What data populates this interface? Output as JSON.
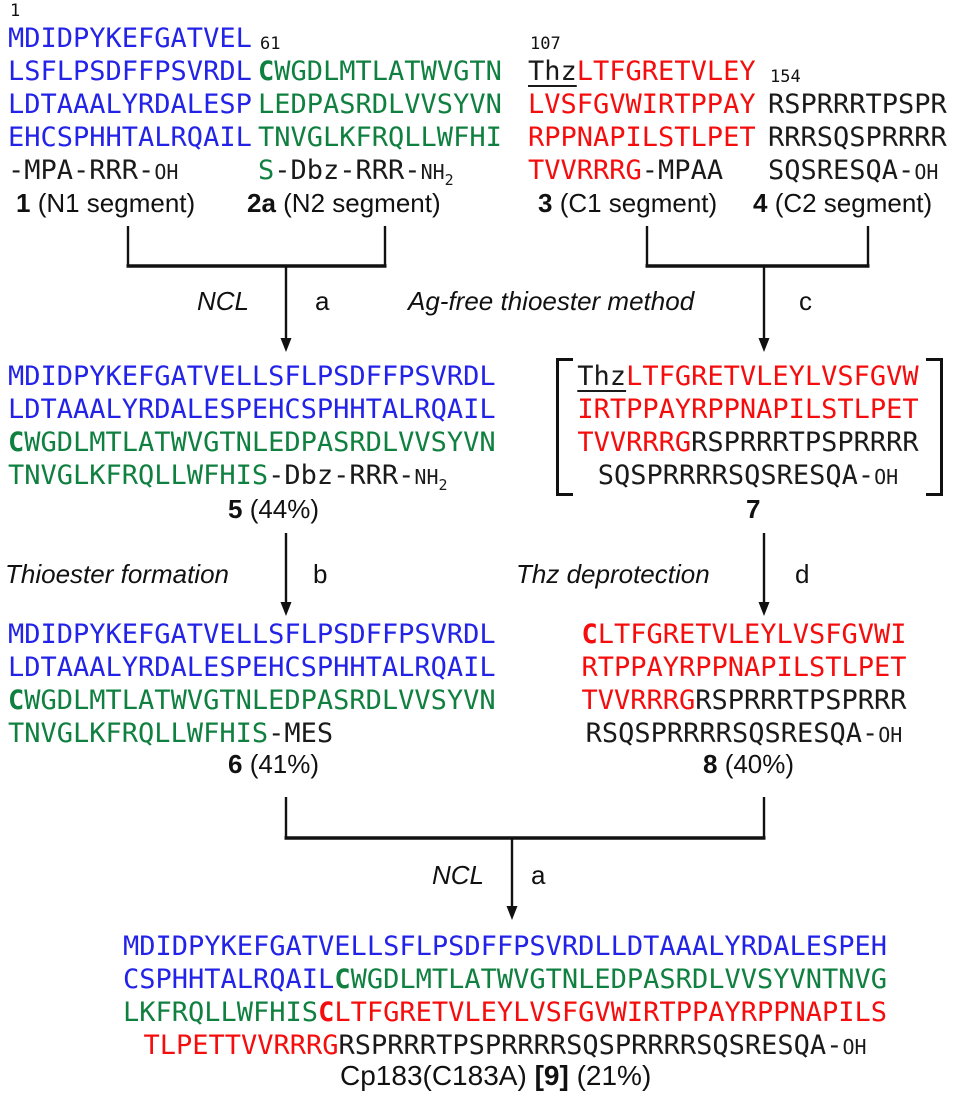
{
  "palette": {
    "blue": "#2323e8",
    "green": "#108040",
    "red": "#f50d0d",
    "black": "#1a1a1a"
  },
  "step_labels": {
    "ncl_top": "NCL",
    "a_top": "a",
    "ag_free": "Ag-free thioester method",
    "c": "c",
    "thioester_formation": "Thioester formation",
    "b": "b",
    "thz_deprotection": "Thz deprotection",
    "d": "d",
    "ncl_bottom": "NCL",
    "a_bottom": "a"
  },
  "blocks": {
    "seg1": {
      "number": "1",
      "lines": [
        [
          {
            "t": "MDIDPYKEFGATVEL",
            "c": "blue"
          }
        ],
        [
          {
            "t": "LSFLPSDFFPSVRDL",
            "c": "blue"
          }
        ],
        [
          {
            "t": "LDTAAALYRDALESP",
            "c": "blue"
          }
        ],
        [
          {
            "t": "EHCSPHHTALRQAIL",
            "c": "blue"
          }
        ],
        [
          {
            "t": "-MPA-RRR-",
            "c": "black"
          },
          {
            "t": "OH",
            "c": "black",
            "s": true
          }
        ]
      ],
      "label": [
        {
          "t": "1",
          "b": true
        },
        {
          "t": " (N1 segment)"
        }
      ]
    },
    "seg2a": {
      "number": "61",
      "lines": [
        [
          {
            "t": "C",
            "c": "green",
            "b": true
          },
          {
            "t": "WGDLMTLATWVGTN",
            "c": "green"
          }
        ],
        [
          {
            "t": "LEDPASRDLVVSYVN",
            "c": "green"
          }
        ],
        [
          {
            "t": "TNVGLKFRQLLWFHI",
            "c": "green"
          }
        ],
        [
          {
            "t": "S",
            "c": "green"
          },
          {
            "t": "-Dbz-RRR-",
            "c": "black"
          },
          {
            "t": "NH",
            "c": "black",
            "s": true
          },
          {
            "t": "2",
            "c": "black",
            "sub": true
          }
        ]
      ],
      "label": [
        {
          "t": "2a",
          "b": true
        },
        {
          "t": " (N2 segment)"
        }
      ]
    },
    "seg3": {
      "number": "107",
      "lines": [
        [
          {
            "t": "Thz",
            "c": "black",
            "u": true
          },
          {
            "t": "LTFGRETVLEY",
            "c": "red"
          }
        ],
        [
          {
            "t": "LVSFGVWIRTPPAY",
            "c": "red"
          }
        ],
        [
          {
            "t": "RPPNAPILSTLPET",
            "c": "red"
          }
        ],
        [
          {
            "t": "TVVRRRG",
            "c": "red"
          },
          {
            "t": "-MPAA",
            "c": "black"
          }
        ]
      ],
      "label": [
        {
          "t": "3",
          "b": true
        },
        {
          "t": " (C1 segment)"
        }
      ]
    },
    "seg4": {
      "number": "154",
      "lines": [
        [
          {
            "t": "RSPRRRTPSPR",
            "c": "black"
          }
        ],
        [
          {
            "t": "RRRSQSPRRRR",
            "c": "black"
          }
        ],
        [
          {
            "t": "SQSRESQA-",
            "c": "black"
          },
          {
            "t": "OH",
            "c": "black",
            "s": true
          }
        ]
      ],
      "label": [
        {
          "t": "4",
          "b": true
        },
        {
          "t": " (C2 segment)"
        }
      ]
    },
    "cmpd5": {
      "lines": [
        [
          {
            "t": "MDIDPYKEFGATVELLSFLPSDFFPSVRDL",
            "c": "blue"
          }
        ],
        [
          {
            "t": "LDTAAALYRDALESPEHCSPHHTALRQAIL",
            "c": "blue"
          }
        ],
        [
          {
            "t": "C",
            "c": "green",
            "b": true
          },
          {
            "t": "WGDLMTLATWVGTNLEDPASRDLVVSYVN",
            "c": "green"
          }
        ],
        [
          {
            "t": "TNVGLKFRQLLWFHIS",
            "c": "green"
          },
          {
            "t": "-Dbz-RRR-",
            "c": "black"
          },
          {
            "t": "NH",
            "c": "black",
            "s": true
          },
          {
            "t": "2",
            "c": "black",
            "sub": true
          }
        ]
      ],
      "label": [
        {
          "t": "5",
          "b": true
        },
        {
          "t": " (44%)"
        }
      ]
    },
    "cmpd7": {
      "lines": [
        [
          {
            "t": "Thz",
            "c": "black",
            "u": true
          },
          {
            "t": "LTFGRETVLEYLVSFGVW",
            "c": "red"
          }
        ],
        [
          {
            "t": "IRTPPAYRPPNAPILSTLPET",
            "c": "red"
          }
        ],
        [
          {
            "t": "TVVRRRG",
            "c": "red"
          },
          {
            "t": "RSPRRRTPSPRRRR",
            "c": "black"
          }
        ],
        [
          {
            "t": "SQSPRRRRSQSRESQA-",
            "c": "black"
          },
          {
            "t": "OH",
            "c": "black",
            "s": true
          }
        ]
      ],
      "label": [
        {
          "t": "7",
          "b": true
        }
      ]
    },
    "cmpd6": {
      "lines": [
        [
          {
            "t": "MDIDPYKEFGATVELLSFLPSDFFPSVRDL",
            "c": "blue"
          }
        ],
        [
          {
            "t": "LDTAAALYRDALESPEHCSPHHTALRQAIL",
            "c": "blue"
          }
        ],
        [
          {
            "t": "C",
            "c": "green",
            "b": true
          },
          {
            "t": "WGDLMTLATWVGTNLEDPASRDLVVSYVN",
            "c": "green"
          }
        ],
        [
          {
            "t": "TNVGLKFRQLLWFHIS",
            "c": "green"
          },
          {
            "t": "-MES",
            "c": "black"
          }
        ]
      ],
      "label": [
        {
          "t": "6",
          "b": true
        },
        {
          "t": " (41%)"
        }
      ]
    },
    "cmpd8": {
      "lines": [
        [
          {
            "t": "C",
            "c": "red",
            "b": true
          },
          {
            "t": "LTFGRETVLEYLVSFGVWI",
            "c": "red"
          }
        ],
        [
          {
            "t": "RTPPAYRPPNAPILSTLPET",
            "c": "red"
          }
        ],
        [
          {
            "t": "TVVRRRG",
            "c": "red"
          },
          {
            "t": "RSPRRRTPSPRRR",
            "c": "black"
          }
        ],
        [
          {
            "t": "RSQSPRRRRSQSRESQA-",
            "c": "black"
          },
          {
            "t": "OH",
            "c": "black",
            "s": true
          }
        ]
      ],
      "label": [
        {
          "t": "8",
          "b": true
        },
        {
          "t": " (40%)"
        }
      ]
    },
    "cmpd9": {
      "lines": [
        [
          {
            "t": "MDIDPYKEFGATVELLSFLPSDFFPSVRDLLDTAAALYRDALESPEH",
            "c": "blue"
          }
        ],
        [
          {
            "t": "CSPHHTALRQAIL",
            "c": "blue"
          },
          {
            "t": "C",
            "c": "green",
            "b": true
          },
          {
            "t": "WGDLMTLATWVGTNLEDPASRDLVVSYVNTNVG",
            "c": "green"
          }
        ],
        [
          {
            "t": "LKFRQLLWFHIS",
            "c": "green"
          },
          {
            "t": "C",
            "c": "red",
            "b": true
          },
          {
            "t": "LTFGRETVLEYLVSFGVWIRTPPAYRPPNAPILS",
            "c": "red"
          }
        ],
        [
          {
            "t": "TLPETTVVRRRG",
            "c": "red"
          },
          {
            "t": "RSPRRRTPSPRRRRSQSPRRRRSQSRESQA-",
            "c": "black"
          },
          {
            "t": "OH",
            "c": "black",
            "s": true
          }
        ]
      ],
      "label": [
        {
          "t": "Cp183(C183A) "
        },
        {
          "t": "[9]",
          "b": true
        },
        {
          "t": " (21%)"
        }
      ]
    }
  }
}
